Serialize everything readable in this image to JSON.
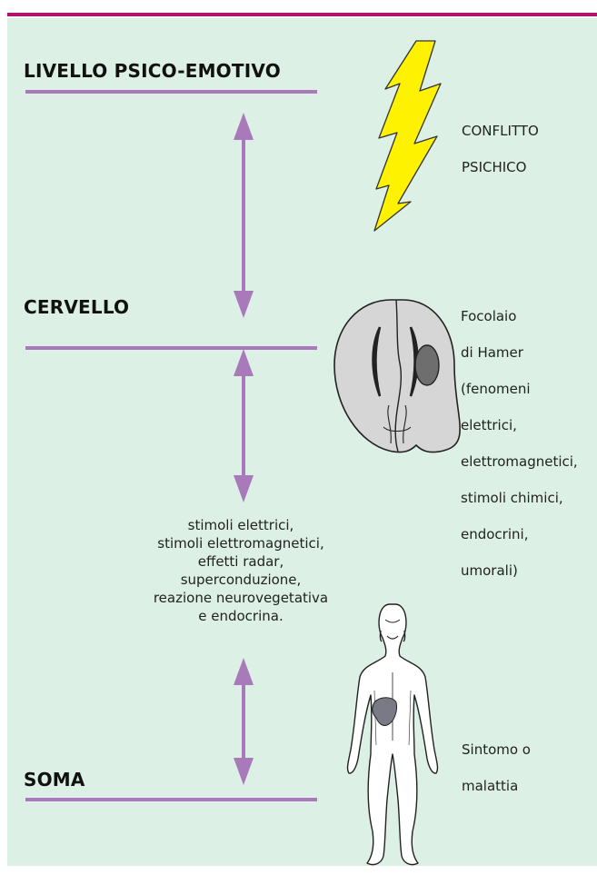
{
  "levels": {
    "psyche": "LIVELLO PSICO-EMOTIVO",
    "brain": "CERVELLO",
    "soma": "SOMA"
  },
  "notes": {
    "conflict": [
      "CONFLITTO",
      "PSICHICO"
    ],
    "focus": [
      "Focolaio",
      "di Hamer",
      "(fenomeni",
      "elettrici,",
      "elettromagnetici,",
      "stimoli chimici,",
      "endocrini,",
      "umorali)"
    ],
    "symptom": [
      "Sintomo o",
      "malattia"
    ],
    "transmission": [
      "stimoli elettrici,",
      "stimoli elettromagnetici,",
      "effetti radar,",
      "superconduzione,",
      "reazione neurovegetativa",
      "e endocrina."
    ]
  },
  "colors": {
    "top_bar": "#b0136f",
    "background": "#dcf0e6",
    "line_and_arrow": "#a87aba",
    "lightning": "#fff200",
    "brain_fill": "#d6d6d6",
    "focus_spot": "#6e6e6e",
    "organ": "#7a7a86"
  },
  "icons": [
    "lightning-bolt-icon",
    "brain-icon",
    "human-body-icon"
  ]
}
